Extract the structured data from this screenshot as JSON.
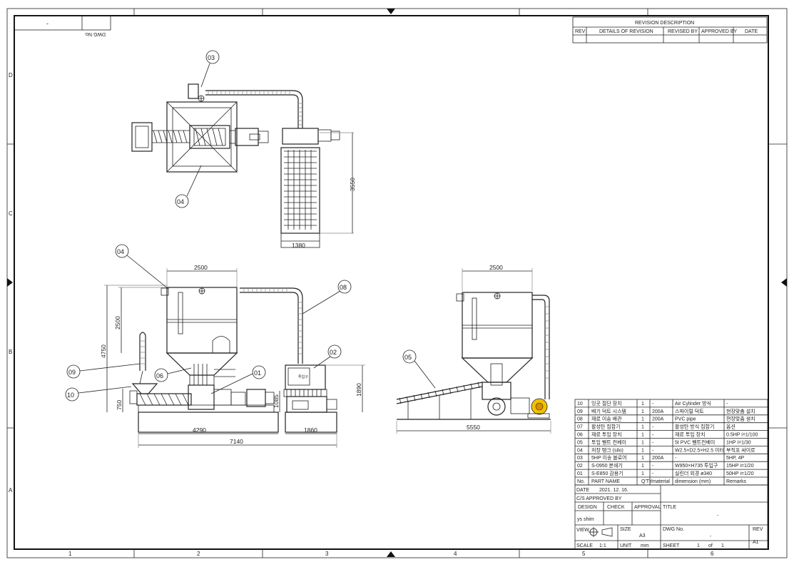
{
  "dwg_box": {
    "top_value": "-",
    "label": "DWG No."
  },
  "revision": {
    "title": "REVISION DESCRIPTION",
    "headers": [
      "REV",
      "DETAILS OF REVISION",
      "REVISED BY",
      "APPROVED BY",
      "DATE"
    ]
  },
  "border": {
    "columns": [
      "1",
      "2",
      "3",
      "4",
      "5",
      "6"
    ],
    "rows": [
      "D",
      "C",
      "B",
      "A"
    ]
  },
  "parts": [
    {
      "no": "10",
      "name": "잉곳 절단 장치",
      "qty": "1",
      "material": "-",
      "dimension": "Air Cylinder 방식",
      "remarks": "-"
    },
    {
      "no": "09",
      "name": "배기 덕트 시스템",
      "qty": "1",
      "material": "200A",
      "dimension": "스파이럴 덕트",
      "remarks": "현장맞춤 설치"
    },
    {
      "no": "08",
      "name": "재료 이송 배관",
      "qty": "1",
      "material": "200A",
      "dimension": "PVC pipe",
      "remarks": "현장맞춤 설치"
    },
    {
      "no": "07",
      "name": "활성탄 집합기",
      "qty": "1",
      "material": "-",
      "dimension": "활성탄 방식 집합기",
      "remarks": "옵션"
    },
    {
      "no": "06",
      "name": "재료 투입 장치",
      "qty": "1",
      "material": "-",
      "dimension": "재료 투입 장치",
      "remarks": "0.5HP i=1/100"
    },
    {
      "no": "05",
      "name": "투입 벨트 컨베이",
      "qty": "1",
      "material": "-",
      "dimension": "5t PVC 벨트컨베이",
      "remarks": "1HP i=1/30"
    },
    {
      "no": "04",
      "name": "저장 탱크 (silo)",
      "qty": "1",
      "material": "-",
      "dimension": "W2.5×D2.5×H2.5 미터",
      "remarks": "부직포 싸이로"
    },
    {
      "no": "03",
      "name": "5HP 이송 블로어",
      "qty": "1",
      "material": "200A",
      "dimension": "-",
      "remarks": "5HP, 4P"
    },
    {
      "no": "02",
      "name": "S-0950 분쇄기",
      "qty": "1",
      "material": "-",
      "dimension": "W950×H735 투입구",
      "remarks": "15HP i=1/20"
    },
    {
      "no": "01",
      "name": "S-E850 감용기",
      "qty": "1",
      "material": "-",
      "dimension": "실린더 외경 ø340",
      "remarks": "50HP i=1/20"
    }
  ],
  "parts_header": {
    "no": "No.",
    "name": "PART NAME",
    "qty": "Q'TY",
    "material": "material",
    "dimension": "dimension (mm)",
    "remarks": "Remarks"
  },
  "title_block": {
    "date_label": "DATE",
    "date_value": "2021. 12. 16.",
    "approved_label": "C/S APPROVED BY",
    "design_label": "DESIGN",
    "check_label": "CHECK",
    "approval_label": "APPROVAL",
    "title_label": "TITLE",
    "title_value": "-",
    "designer": "ys shim",
    "view_label": "VIEW",
    "size_label": "SIZE",
    "size_value": "A3",
    "dwg_label": "DWG No.",
    "dwg_value": "-",
    "rev_label": "REV",
    "rev_value": "A1",
    "scale_label": "SCALE",
    "scale_value": "1:1",
    "unit_label": "UNIT",
    "unit_value": "mm",
    "sheet_label": "SHEET",
    "sheet_num": "1",
    "sheet_of": "of",
    "sheet_total": "1"
  },
  "balloons": [
    "03",
    "04",
    "04",
    "08",
    "02",
    "05",
    "09",
    "06",
    "01",
    "10"
  ],
  "dims": {
    "plan_height": "3550",
    "plan_width": "1380",
    "front_top": "2500",
    "front_silo_h": "2500",
    "front_total_h": "4750",
    "front_base_h": "750",
    "front_mid": "1085",
    "front_right_h": "1890",
    "front_w1": "4290",
    "front_w2": "1860",
    "front_total_w": "7140",
    "side_top": "2500",
    "side_base": "5550"
  },
  "crusher_label": "투입구"
}
